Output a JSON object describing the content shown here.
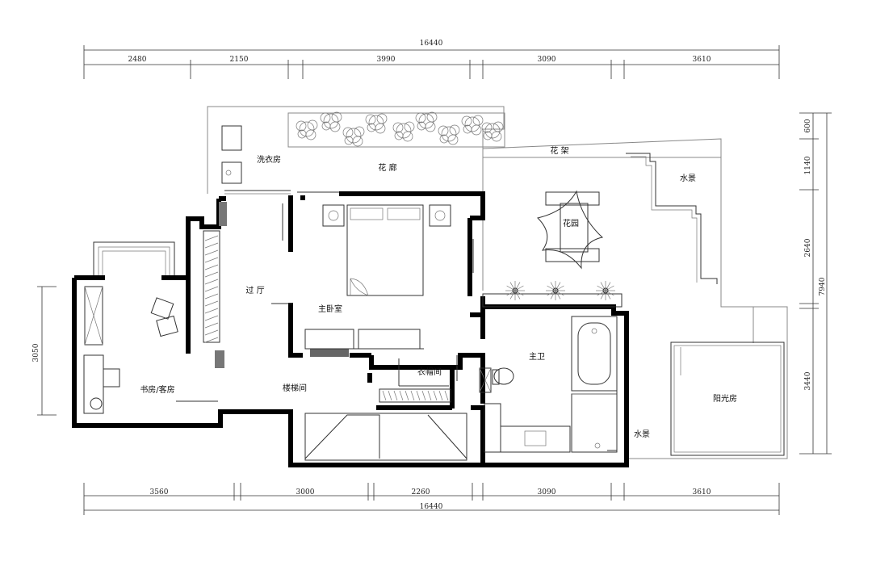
{
  "dimensions": {
    "top_total": "16440",
    "top_segments": [
      "2480",
      "2150",
      "3990",
      "3090",
      "3610"
    ],
    "bottom_segments": [
      "3560",
      "3000",
      "2260",
      "3090",
      "3610"
    ],
    "bottom_total": "16440",
    "right_segments": [
      "600",
      "1140",
      "2640",
      "3440"
    ],
    "right_total": "7940",
    "left_segment": "3050"
  },
  "rooms": {
    "laundry": "洗衣房",
    "flower_corridor": "花 廊",
    "flower_rack": "花 架",
    "water_feature_top": "水景",
    "garden": "花园",
    "hall": "过 厅",
    "master_bedroom": "主卧室",
    "master_bath": "主卫",
    "closet": "衣帽间",
    "stairwell": "楼梯间",
    "study_guest": "书房/客房",
    "water_feature_bottom": "水景",
    "sunroom": "阳光房"
  }
}
